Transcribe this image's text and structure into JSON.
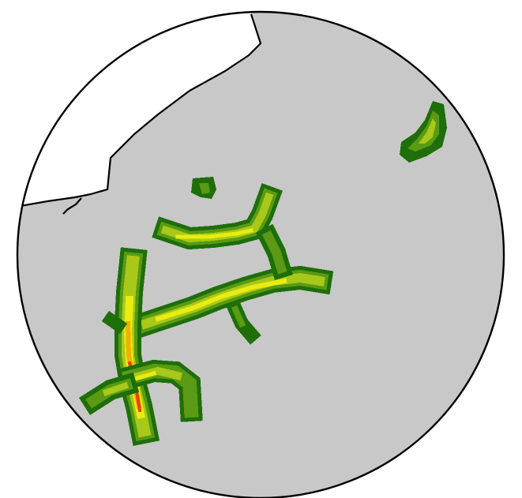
{
  "map": {
    "colors": {
      "land": "#c8c8c8",
      "water": "#ffffff",
      "outline": "#000000",
      "scale_low": "#1e6e0a",
      "scale_mid_low": "#5a9a14",
      "scale_mid": "#a8c81a",
      "scale_mid_high": "#e8ec10",
      "scale_high": "#f2b000",
      "scale_peak": "#f03c00"
    },
    "features": [
      "ridge-upper-left",
      "ridge-central",
      "ridge-lower-left",
      "patch-north",
      "patch-east"
    ]
  }
}
